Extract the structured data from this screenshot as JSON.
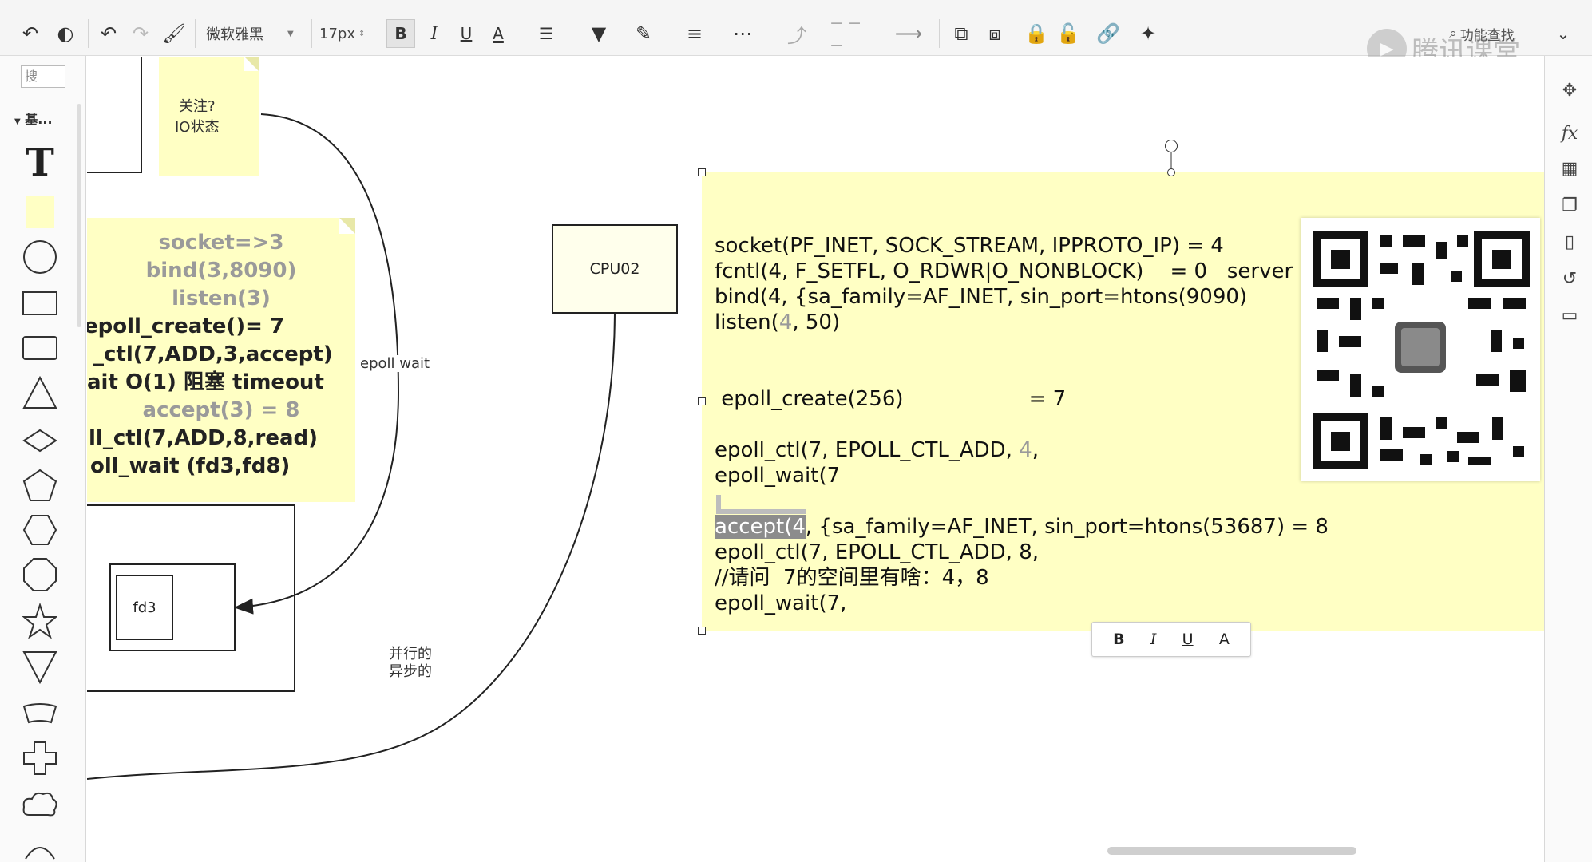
{
  "toolbar": {
    "font_family": "微软雅黑",
    "font_size": "17px",
    "bold": "B",
    "italic": "I",
    "underline": "U",
    "font_color": "A",
    "search_label": "功能查找"
  },
  "sidebar": {
    "search_placeholder": "搜",
    "group_label": "基..."
  },
  "watermark": "腾讯课堂",
  "canvas": {
    "note_top_text": "关注?\nIO状态",
    "left_note_lines": [
      "socket=>3",
      "bind(3,8090)",
      "listen(3)",
      "epoll_create()= 7",
      "_ctl(7,ADD,3,accept)",
      "ait  O(1)  阻塞  timeout",
      "accept(3)  =  8",
      "ll_ctl(7,ADD,8,read)",
      "oll_wait  (fd3,fd8)"
    ],
    "cpu_label": "CPU02",
    "fd_label": "fd3",
    "arrow_label_epoll": "epoll  wait",
    "arrow_label_parallel": "并行的\n异步的",
    "main_note": {
      "line1": "socket(PF_INET, SOCK_STREAM, IPPROTO_IP) = 4",
      "line2": "fcntl(4, F_SETFL, O_RDWR|O_NONBLOCK)    = 0   server",
      "line3": "bind(4, {sa_family=AF_INET, sin_port=htons(9090)",
      "line4a": "listen(",
      "line4b": "4",
      "line4c": ", 50)",
      "line5": " epoll_create(256)                   = 7",
      "line6a": "epoll_ctl(7, EPOLL_CTL_ADD, ",
      "line6b": "4",
      "line6c": ",",
      "line7": "epoll_wait(7",
      "line8a": "accept(4",
      "line8b": ", {sa_family=AF_INET, sin_port=htons(53687) = 8",
      "line9": "epoll_ctl(7, EPOLL_CTL_ADD, 8,",
      "line10": "//请问  7的空间里有啥：4，8",
      "line11": "epoll_wait(7,"
    },
    "float_bar": {
      "bold": "B",
      "italic": "I",
      "underline": "U",
      "color": "A"
    }
  },
  "colors": {
    "note_yellow": "#ffffc4",
    "toolbar_bg": "#f5f5f5",
    "selection_gray": "#8c8c8c"
  }
}
